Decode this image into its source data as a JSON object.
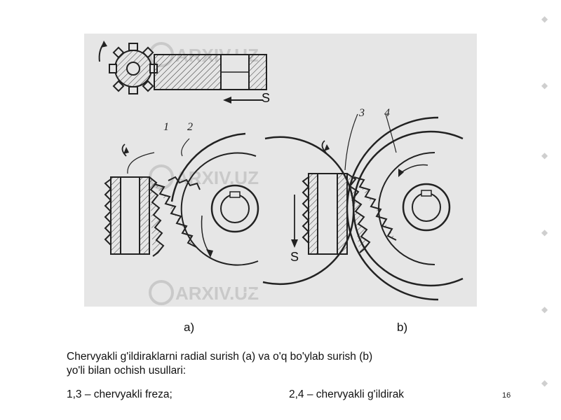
{
  "figure": {
    "label_s_top": "S",
    "label_s_bottom": "S",
    "num_1": "1",
    "num_2": "2",
    "num_3": "3",
    "num_4": "4",
    "watermark_text": "ARXIV.UZ"
  },
  "sublabels": {
    "a": "a)",
    "b": "b)"
  },
  "caption": {
    "line1": "Chervyakli g'ildiraklarni radial surish (a) va o'q bo'ylab surish (b)",
    "line2": "yo'li bilan ochish usullari:",
    "legend_left": "1,3 – chervyakli freza;",
    "legend_right": "2,4 – chervyakli g'ildirak"
  },
  "page_number": "16"
}
